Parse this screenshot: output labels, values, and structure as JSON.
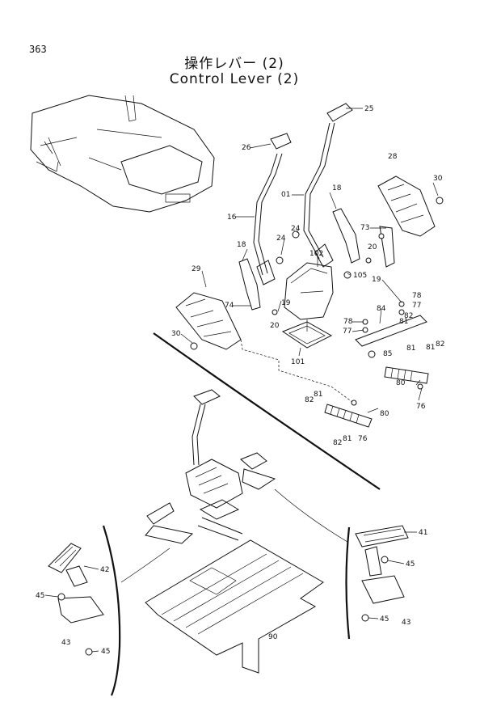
{
  "page_number": "363",
  "title_jp": "操作レバー  (2)",
  "title_en": "Control Lever (2)",
  "callouts": [
    "25",
    "26",
    "28",
    "30",
    "01",
    "18",
    "16",
    "24",
    "24",
    "73",
    "20",
    "18",
    "102",
    "105",
    "29",
    "19",
    "74",
    "20",
    "19",
    "78",
    "77",
    "84",
    "78",
    "77",
    "30",
    "101",
    "81",
    "82",
    "85",
    "81",
    "82",
    "81",
    "80",
    "76",
    "82",
    "81",
    "80",
    "82",
    "81",
    "76",
    "41",
    "45",
    "42",
    "45",
    "45",
    "43",
    "90",
    "43",
    "45"
  ]
}
